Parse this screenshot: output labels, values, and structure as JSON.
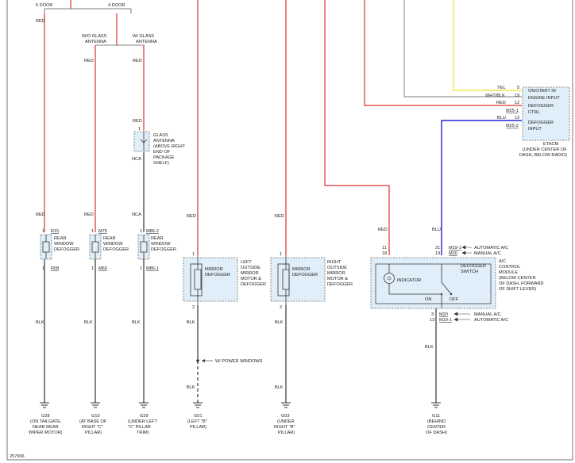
{
  "top": {
    "door5": "5 DOOR",
    "door4": "4 DOOR"
  },
  "antenna": {
    "without_l1": "W/O GLASS",
    "without_l2": "ANTENNA",
    "with_l1": "W/ GLASS",
    "with_l2": "ANTENNA"
  },
  "wire": {
    "red": "RED",
    "blk": "BLK",
    "nca": "NCA",
    "yel": "YEL",
    "wht_blk": "WHT/BLK",
    "blu": "BLU"
  },
  "glass_antenna": {
    "pin": "1",
    "lines": [
      "GLASS",
      "ANTENNA",
      "(ABOVE RIGHT",
      "END OF",
      "PACKAGE",
      "SHELF)"
    ]
  },
  "defoggers": [
    {
      "conn_top": "R15",
      "conn_bot": "R08",
      "pin_top": "1",
      "pin_bot": "1",
      "lines": [
        "REAR",
        "WINDOW",
        "DEFOGGER"
      ]
    },
    {
      "conn_top": "M75",
      "conn_bot": "M69",
      "pin_top": "1",
      "pin_bot": "1",
      "lines": [
        "REAR",
        "WINDOW",
        "DEFOGGER"
      ]
    },
    {
      "conn_top": "M86-2",
      "conn_bot": "M86-1",
      "pin_top": "1",
      "pin_bot": "1",
      "lines": [
        "REAR",
        "WINDOW",
        "DEFOGGER"
      ]
    }
  ],
  "mirrors": [
    {
      "inner_l1": "MIRROR",
      "inner_l2": "DEFOGGER",
      "pin_top": "1",
      "pin_bot": "2",
      "lines": [
        "LEFT",
        "OUTSIDE",
        "MIRROR",
        "MOTOR &",
        "DEFOGGER"
      ]
    },
    {
      "inner_l1": "MIRROR",
      "inner_l2": "DEFOGGER",
      "pin_top": "1",
      "pin_bot": "2",
      "lines": [
        "RIGHT",
        "OUTSIDE",
        "MIRROR",
        "MOTOR &",
        "DEFOGGER"
      ]
    }
  ],
  "power_windows": "W/ POWER WINDOWS",
  "etacm": {
    "rows": [
      {
        "color": "YEL",
        "pin": "5",
        "label": "ON/START IN"
      },
      {
        "color": "WHT/BLK",
        "pin": "19",
        "label": "ENGINE INPUT"
      },
      {
        "color": "RED",
        "pin": "12",
        "label": "DEFOGGER"
      },
      {
        "conn": "M25-1",
        "label": "CTRL"
      },
      {
        "color": "BLU",
        "pin": "12",
        "label": "DEFOGGER"
      },
      {
        "conn": "M25-2",
        "label": "INPUT"
      }
    ],
    "title": "ETACM",
    "location": [
      "(UNDER CENTER OF",
      "DASH, BELOW RADIO)"
    ]
  },
  "ac": {
    "pins_top_left": [
      "11",
      "18"
    ],
    "pins_top_right": [
      "21",
      "19"
    ],
    "conn_top": [
      "M19-1",
      "M20"
    ],
    "variants_top": [
      "AUTOMATIC A/C",
      "MANUAL A/C"
    ],
    "indicator": "INDICATOR",
    "switch_l1": "DEFOGGER",
    "switch_l2": "SWITCH",
    "on": "ON",
    "off": "OFF",
    "module": [
      "A/C",
      "CONTROL",
      "MODULE",
      "(BELOW CENTER",
      "OF DASH, FORWARD",
      "OF SHIFT LEVER)"
    ],
    "pins_bot": [
      "3",
      "13"
    ],
    "conn_bot": [
      "M20",
      "M19-1"
    ],
    "variants_bot": [
      "MANUAL A/C",
      "AUTOMATIC A/C"
    ]
  },
  "grounds": [
    {
      "id": "G28",
      "lines": [
        "(ON TAILGATE,",
        "NEAR REAR",
        "WIPER MOTOR)"
      ]
    },
    {
      "id": "G10",
      "lines": [
        "(AT BASE OF",
        "RIGHT \"C\"",
        "PILLAR)"
      ]
    },
    {
      "id": "G29",
      "lines": [
        "(UNDER LEFT",
        "\"C\" PILLAR",
        "TRIM)"
      ]
    },
    {
      "id": "G01",
      "lines": [
        "(LEFT \"B\"",
        "PILLAR)"
      ]
    },
    {
      "id": "G03",
      "lines": [
        "(UNDER",
        "RIGHT \"B\"",
        "PILLAR)"
      ]
    },
    {
      "id": "G11",
      "lines": [
        "(BEHIND",
        "CENTER",
        "OF DASH)"
      ]
    }
  ],
  "figure_id": "257906"
}
